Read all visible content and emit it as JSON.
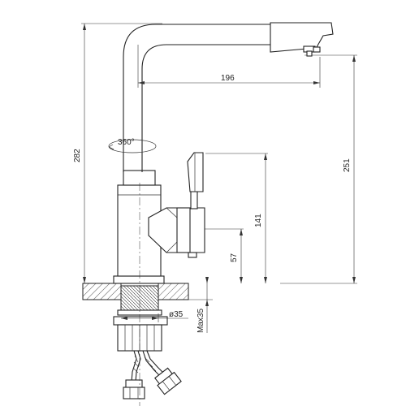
{
  "drawing": {
    "rotation_label": "360°",
    "dimensions": {
      "spout_reach": "196",
      "total_height": "282",
      "spout_height": "251",
      "handle_height": "141",
      "body_height": "57",
      "thread_diameter": "ø35",
      "max_counter": "Max35"
    }
  }
}
